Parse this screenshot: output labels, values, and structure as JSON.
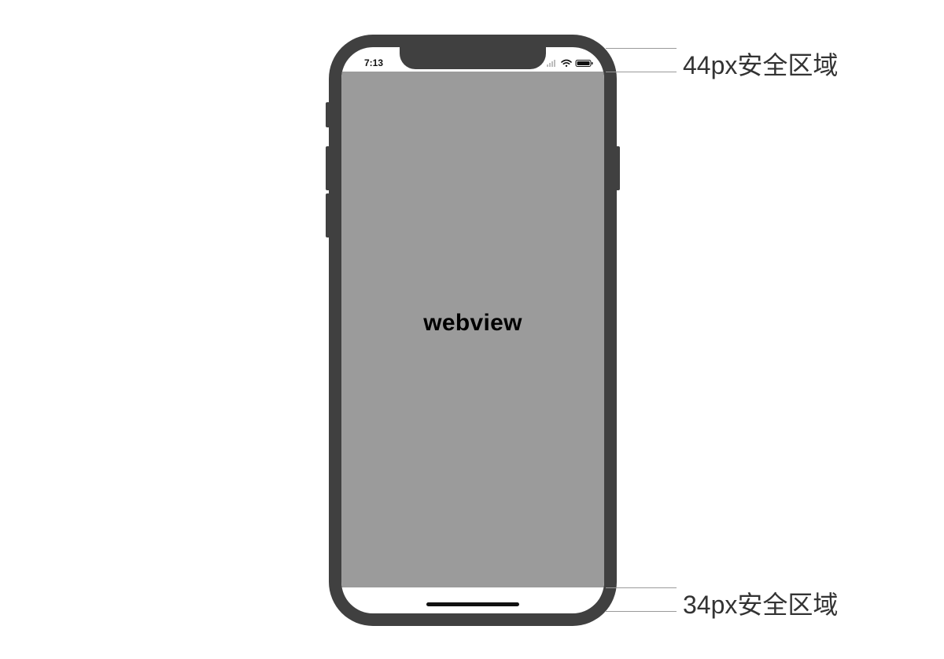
{
  "status_bar": {
    "time": "7:13",
    "icons": [
      "signal-icon",
      "wifi-icon",
      "battery-icon"
    ]
  },
  "webview": {
    "label": "webview"
  },
  "annotations": {
    "top_safe_area": "44px安全区域",
    "bottom_safe_area": "34px安全区域"
  },
  "colors": {
    "phone_frame": "#404040",
    "webview_background": "#9b9b9b",
    "screen_background": "#ffffff",
    "guide_line": "#9a9a9a"
  }
}
